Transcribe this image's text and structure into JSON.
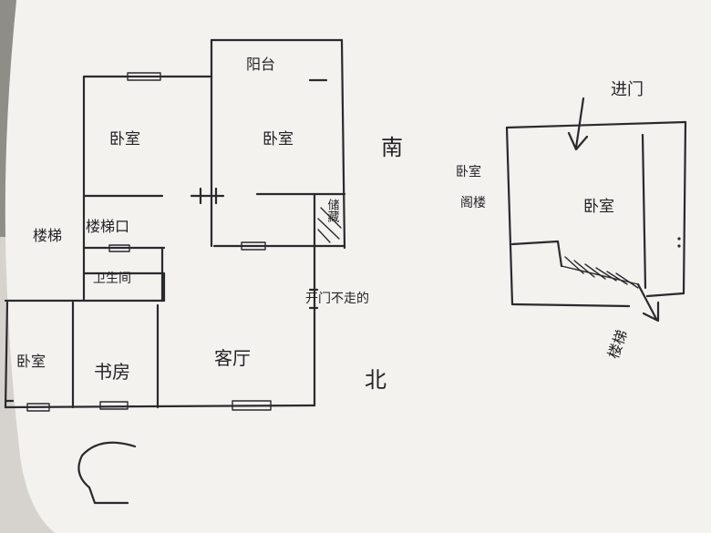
{
  "paper_color": "#f3f2ef",
  "ink_color": "#2a2a2e",
  "floor_plan": {
    "balcony": "阳台",
    "bedroom_left": "卧室",
    "bedroom_right": "卧室",
    "storage": "储藏",
    "stair_outside": "楼梯",
    "stair_opening": "楼梯口",
    "bathroom": "卫生间",
    "bedroom_small": "卧室",
    "study": "书房",
    "living_room": "客厅",
    "door_note": "开门不走的",
    "south": "南",
    "north": "北"
  },
  "loft_plan": {
    "entrance": "进门",
    "side_note_1": "卧室",
    "side_note_2": "阁楼",
    "room": "卧室",
    "stairs": "楼梯"
  }
}
